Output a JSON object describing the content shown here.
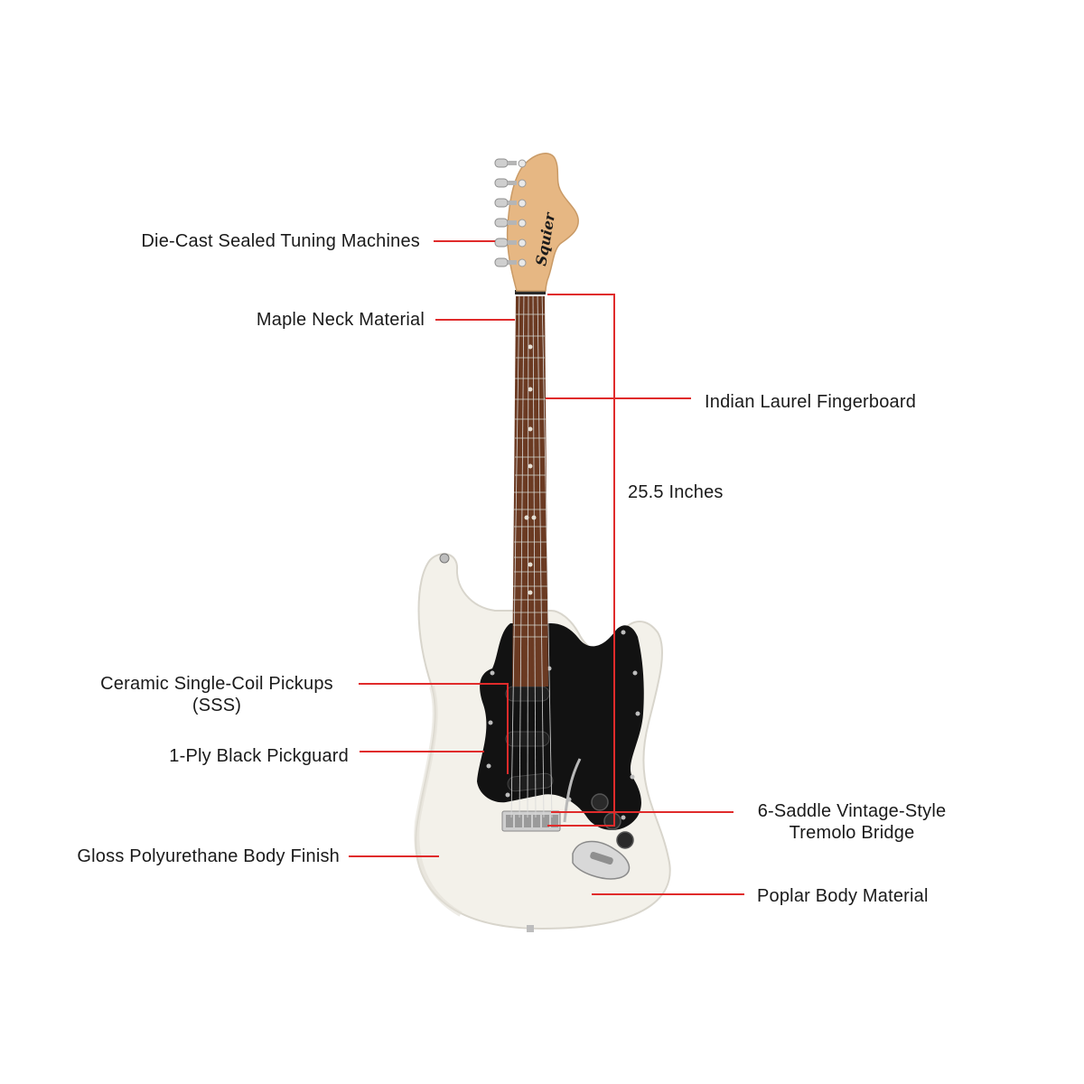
{
  "colors": {
    "leader": "#e02b2b",
    "body_finish": "#f3f1ea",
    "pickguard": "#121212",
    "fingerboard": "#6b3a22",
    "headstock": "#e6b783",
    "hardware": "#c9c9c9"
  },
  "guitar": {
    "headstock_logo": "Squier"
  },
  "labels": {
    "tuning_machines": "Die-Cast Sealed Tuning Machines",
    "neck_material": "Maple Neck Material",
    "fingerboard": "Indian Laurel Fingerboard",
    "scale_length": "25.5 Inches",
    "pickups_line1": "Ceramic Single-Coil Pickups",
    "pickups_line2": "(SSS)",
    "pickguard": "1-Ply Black Pickguard",
    "body_finish": "Gloss Polyurethane Body Finish",
    "bridge_line1": "6-Saddle Vintage-Style",
    "bridge_line2": "Tremolo Bridge",
    "body_material": "Poplar Body Material"
  }
}
